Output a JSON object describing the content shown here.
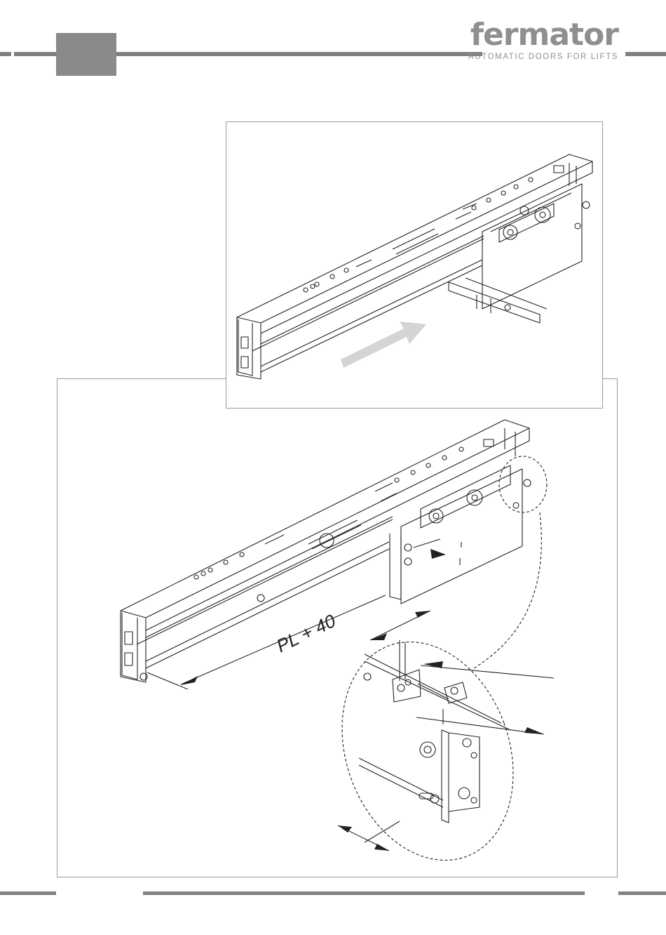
{
  "brand": {
    "name": "fermator",
    "tagline": "AUTOMATIC DOORS FOR LIFTS"
  },
  "figure": {
    "dimension_label": "PL + 40"
  },
  "colors": {
    "header_bar": "#808080",
    "tab": "#8a8a8a",
    "frame_border": "#9a9a9a",
    "arrow_fill": "#d4d4d4",
    "line_art": "#222222"
  }
}
